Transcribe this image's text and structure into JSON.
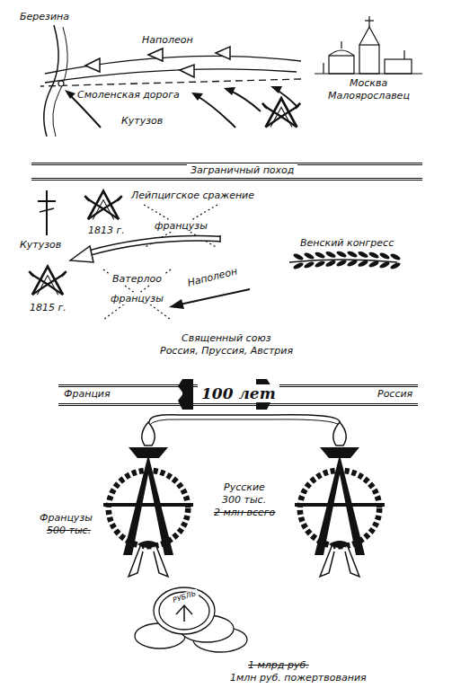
{
  "diagram": {
    "nodes": [
      {
        "text": [
          "Заграничный поход"
        ]
      },
      {
        "text": [
          "Франция",
          "100 лет",
          "Россия"
        ]
      }
    ],
    "labels": [
      "Березина",
      "Наполеон",
      "Смоленская дорога",
      "Кутузов",
      "Москва",
      "Малоярославец",
      "Лейпцигское сражение",
      "французы",
      "1813 г.",
      "Кутузов",
      "Венский конгресс",
      "Наполеон",
      "Ватерлоо",
      "французы",
      "1815 г.",
      "Священный союз",
      "Россия, Пруссия, Австрия",
      "Русские",
      "300 тыс.",
      "2 млн всего",
      "Французы",
      "500 тыс.",
      "РУБЛЬ",
      "1 млрд руб.",
      "1млн руб. пожертвования"
    ]
  }
}
